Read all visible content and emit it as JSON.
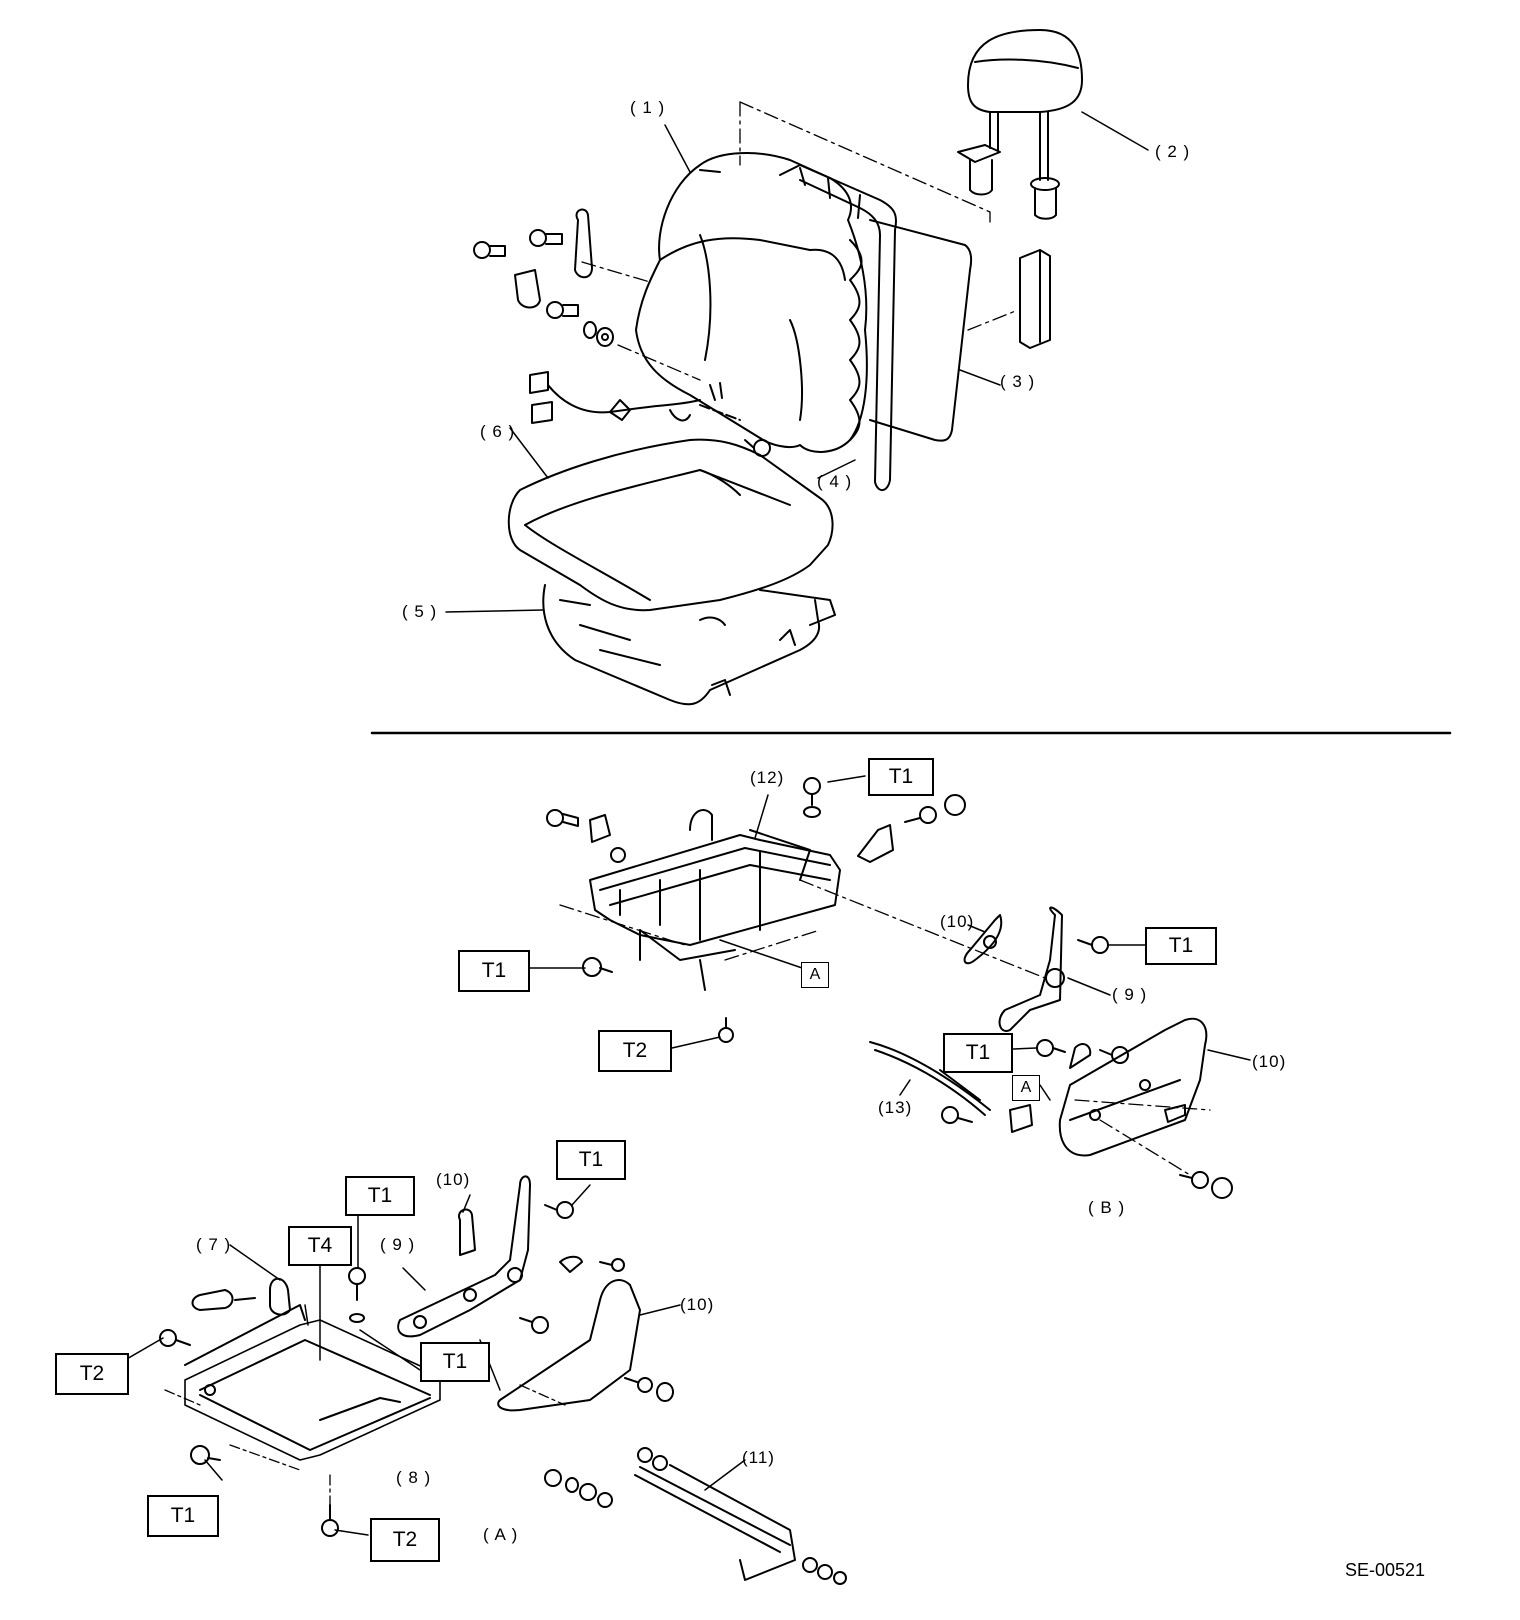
{
  "part_labels": {
    "p1": "( 1 )",
    "p2": "( 2 )",
    "p3": "( 3 )",
    "p4": "( 4 )",
    "p5": "( 5 )",
    "p6": "( 6 )",
    "p7": "( 7 )",
    "p8": "( 8 )",
    "p9a": "( 9 )",
    "p9b": "( 9 )",
    "p10a": "(10)",
    "p10b": "(10)",
    "p10c": "(10)",
    "p10d": "(10)",
    "p11": "(11)",
    "p12": "(12)",
    "p13": "(13)"
  },
  "torque_labels": {
    "t1_top": "T1",
    "t1_left": "T1",
    "t2_mid": "T2",
    "t1_right": "T1",
    "t1_b": "T1",
    "t1_a_top": "T1",
    "t1_a_bolt": "T1",
    "t4": "T4",
    "t2_left": "T2",
    "t1_a_mid": "T1",
    "t1_a_bottom": "T1",
    "t2_a_bottom": "T2"
  },
  "ref_labels": {
    "a1": "A",
    "a2": "A"
  },
  "section_labels": {
    "A": "( A )",
    "B": "( B )"
  },
  "figure_code": "SE-00521"
}
